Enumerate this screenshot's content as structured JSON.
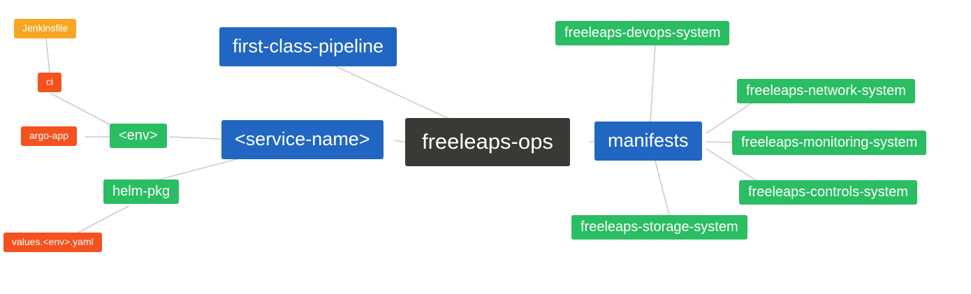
{
  "diagram": {
    "title": "freeleaps-ops mind map",
    "root": "freeleaps-ops",
    "nodes": [
      {
        "id": "jenkinsfile",
        "label": "Jenkinsfile",
        "color": "#f6a623"
      },
      {
        "id": "ci",
        "label": "ci",
        "color": "#f4511e"
      },
      {
        "id": "argo-app",
        "label": "argo-app",
        "color": "#f4511e"
      },
      {
        "id": "env",
        "label": "<env>",
        "color": "#2abd62"
      },
      {
        "id": "service-name",
        "label": "<service-name>",
        "color": "#2166c2"
      },
      {
        "id": "first-class-pipeline",
        "label": "first-class-pipeline",
        "color": "#2166c2"
      },
      {
        "id": "helm-pkg",
        "label": "helm-pkg",
        "color": "#2abd62"
      },
      {
        "id": "values-env-yaml",
        "label": "values.<env>.yaml",
        "color": "#f4511e"
      },
      {
        "id": "freeleaps-ops",
        "label": "freeleaps-ops",
        "color": "#3b3936"
      },
      {
        "id": "manifests",
        "label": "manifests",
        "color": "#2166c2"
      },
      {
        "id": "freeleaps-devops-system",
        "label": "freeleaps-devops-system",
        "color": "#2abd62"
      },
      {
        "id": "freeleaps-network-system",
        "label": "freeleaps-network-system",
        "color": "#2abd62"
      },
      {
        "id": "freeleaps-monitoring-system",
        "label": "freeleaps-monitoring-system",
        "color": "#2abd62"
      },
      {
        "id": "freeleaps-controls-system",
        "label": "freeleaps-controls-system",
        "color": "#2abd62"
      },
      {
        "id": "freeleaps-storage-system",
        "label": "freeleaps-storage-system",
        "color": "#2abd62"
      }
    ],
    "edges": [
      [
        "jenkinsfile",
        "ci"
      ],
      [
        "ci",
        "env"
      ],
      [
        "argo-app",
        "env"
      ],
      [
        "env",
        "service-name"
      ],
      [
        "helm-pkg",
        "service-name"
      ],
      [
        "values-env-yaml",
        "helm-pkg"
      ],
      [
        "first-class-pipeline",
        "freeleaps-ops"
      ],
      [
        "service-name",
        "freeleaps-ops"
      ],
      [
        "freeleaps-ops",
        "manifests"
      ],
      [
        "manifests",
        "freeleaps-devops-system"
      ],
      [
        "manifests",
        "freeleaps-network-system"
      ],
      [
        "manifests",
        "freeleaps-monitoring-system"
      ],
      [
        "manifests",
        "freeleaps-controls-system"
      ],
      [
        "manifests",
        "freeleaps-storage-system"
      ]
    ],
    "colors": {
      "blue": "#2166c2",
      "green": "#2abd62",
      "red": "#f4511e",
      "amber": "#f6a623",
      "dark": "#3b3936",
      "edge": "#cccccc",
      "background": "#ffffff",
      "text": "#ffffff"
    }
  }
}
